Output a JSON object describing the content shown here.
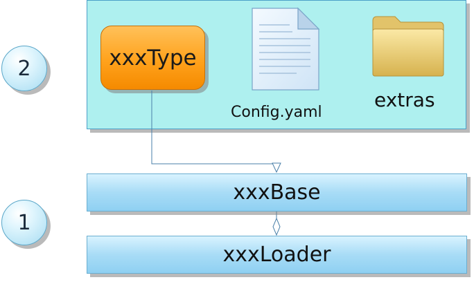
{
  "layers": [
    {
      "number": "2",
      "items": [
        {
          "label": "xxxType"
        },
        {
          "label": "Config.yaml",
          "icon": "document-icon"
        },
        {
          "label": "extras",
          "icon": "folder-icon"
        }
      ]
    },
    {
      "number": "1",
      "bars": [
        {
          "label": "xxxBase"
        },
        {
          "label": "xxxLoader"
        }
      ]
    }
  ],
  "colors": {
    "panel": "#aef0ef",
    "type_box": "#ffa21c",
    "bar": "#a8dcf6",
    "connector": "#4a7fa8"
  }
}
